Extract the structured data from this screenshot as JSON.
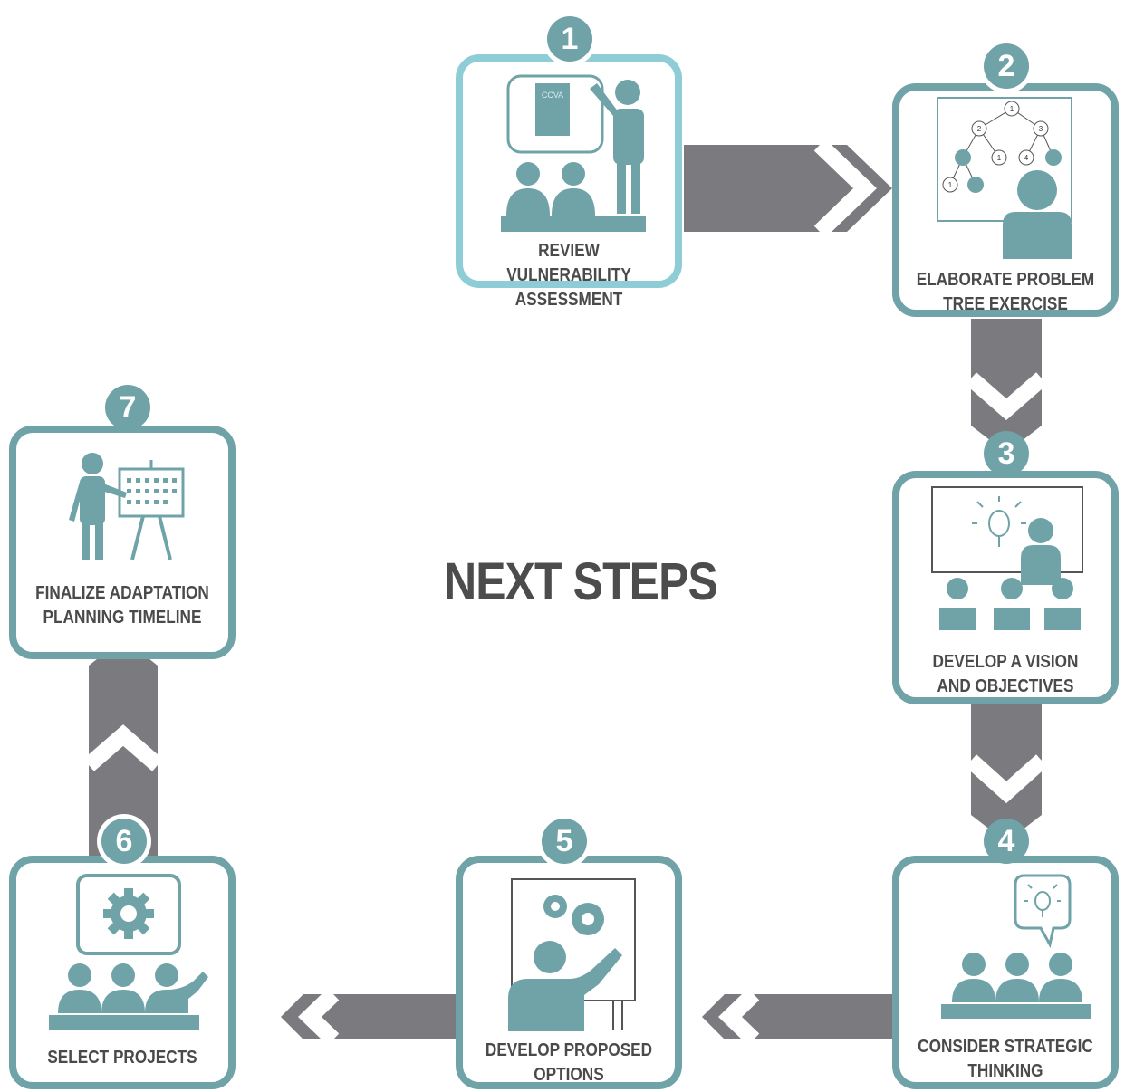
{
  "title": "NEXT STEPS",
  "colors": {
    "teal": "#6fa3a8",
    "light_teal": "#8ecdd6",
    "arrow": "#7b7b7f",
    "text": "#4a4a4a"
  },
  "steps": [
    {
      "number": "1",
      "line1": "REVIEW VULNERABILITY",
      "line2": "ASSESSMENT",
      "icon": "presenter-audience-icon",
      "screen_text": "CCVA"
    },
    {
      "number": "2",
      "line1": "ELABORATE PROBLEM",
      "line2": "TREE EXERCISE",
      "icon": "problem-tree-icon"
    },
    {
      "number": "3",
      "line1": "DEVELOP A VISION",
      "line2": "AND OBJECTIVES",
      "icon": "vision-classroom-icon"
    },
    {
      "number": "4",
      "line1": "CONSIDER STRATEGIC",
      "line2": "THINKING",
      "icon": "idea-bubble-group-icon"
    },
    {
      "number": "5",
      "line1": "DEVELOP PROPOSED",
      "line2": "OPTIONS",
      "icon": "gears-presenter-icon"
    },
    {
      "number": "6",
      "line1": "SELECT PROJECTS",
      "line2": "",
      "icon": "gear-screen-group-icon"
    },
    {
      "number": "7",
      "line1": "FINALIZE ADAPTATION",
      "line2": "PLANNING TIMELINE",
      "icon": "timeline-easel-icon"
    }
  ],
  "tree_nodes": [
    "1",
    "2",
    "3",
    "1",
    "4",
    "1"
  ]
}
